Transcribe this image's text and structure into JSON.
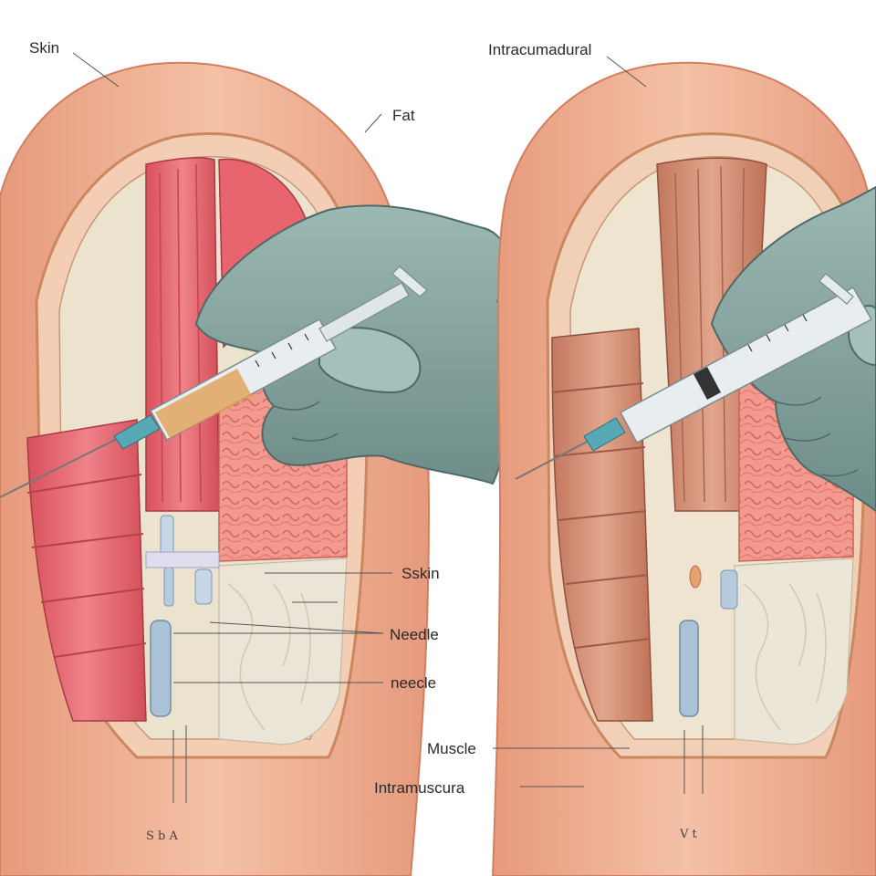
{
  "labels": {
    "skin_top": "Skin",
    "fat": "Fat",
    "intracumadural": "Intracumadural",
    "sskin": "Sskin",
    "needle": "Needle",
    "neecle": "neecle",
    "muscle": "Muscle",
    "intramuscura": "Intramuscura"
  },
  "markers": {
    "left": "S b A",
    "right": "V t"
  },
  "colors": {
    "skin": "#f0b89c",
    "skin_dark": "#e3977a",
    "muscle_red": "#e2606a",
    "muscle_brown": "#c9826a",
    "fat": "#f08a80",
    "fascia": "#e8e2d0",
    "glove": "#7f9e9a",
    "syringe": "#e6eef0"
  }
}
